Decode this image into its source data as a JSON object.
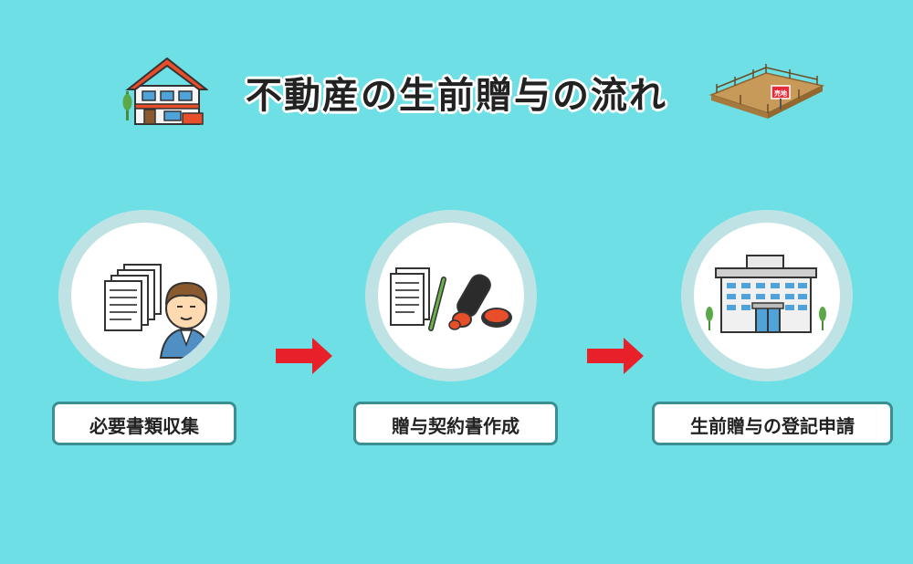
{
  "title": "不動産の生前贈与の流れ",
  "lot_sign": "売地",
  "steps": [
    {
      "label": "必要書類収集"
    },
    {
      "label": "贈与契約書作成"
    },
    {
      "label": "生前贈与の登記申請"
    }
  ],
  "colors": {
    "background": "#6ee0e5",
    "arrow": "#e8202a",
    "label_border": "#3a8f93",
    "circle_ring": "#bfe3e5"
  },
  "icons": [
    "house-icon",
    "land-lot-icon",
    "documents-person-icon",
    "contract-seal-icon",
    "government-office-icon",
    "arrow-right-icon"
  ]
}
